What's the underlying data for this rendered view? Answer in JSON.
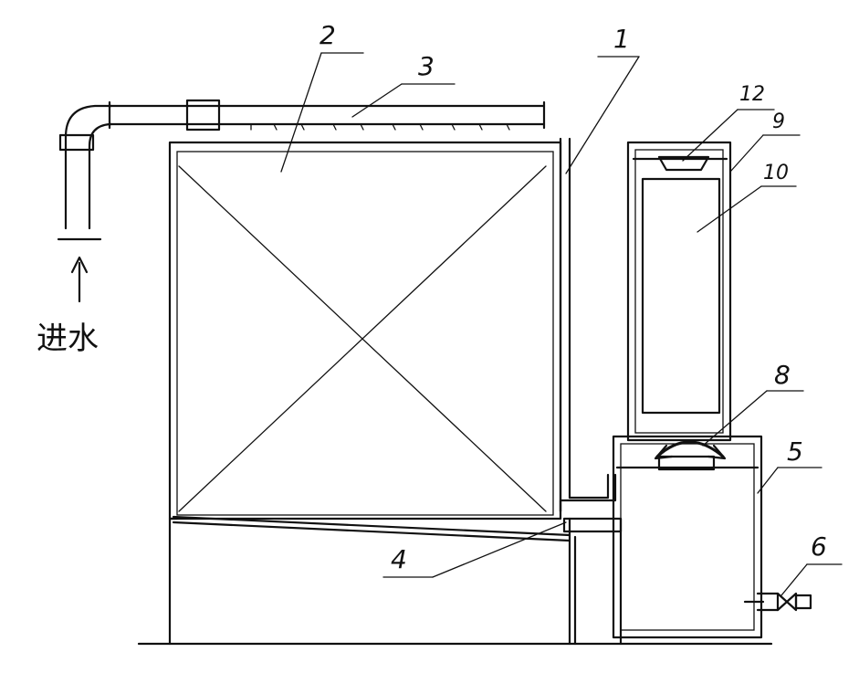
{
  "labels": {
    "l1": "1",
    "l2": "2",
    "l3": "3",
    "l4": "4",
    "l5": "5",
    "l6": "6",
    "l8": "8",
    "l9": "9",
    "l10": "10",
    "l12": "12"
  },
  "inlet_text": "进水"
}
